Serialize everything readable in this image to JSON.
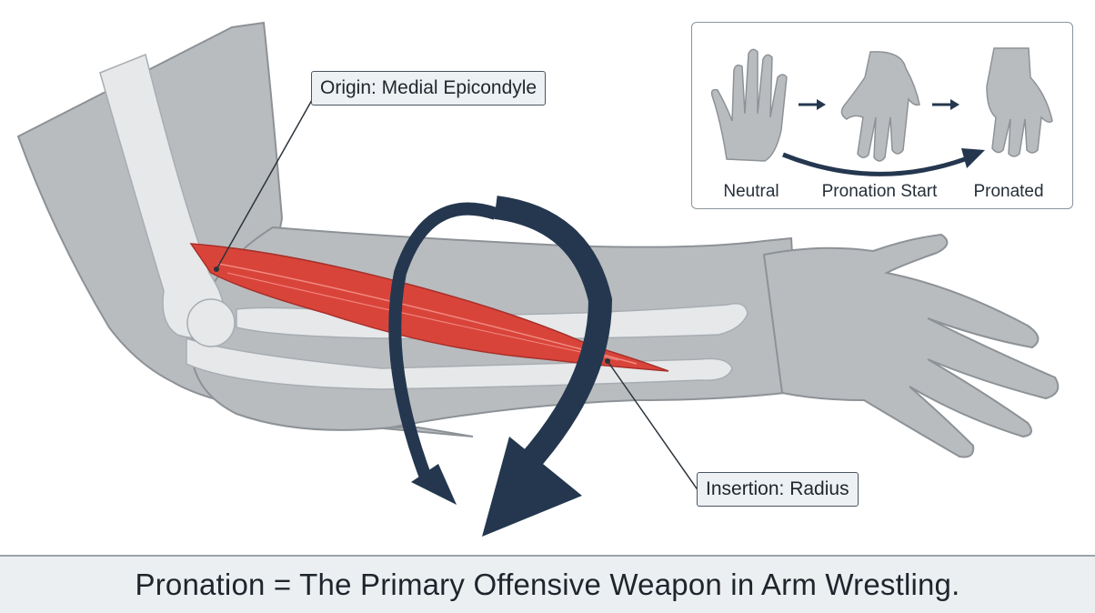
{
  "labels": {
    "origin": "Origin: Medial Epicondyle",
    "insertion": "Insertion: Radius"
  },
  "inset": {
    "steps": [
      "Neutral",
      "Pronation Start",
      "Pronated"
    ]
  },
  "caption": "Pronation = The Primary Offensive Weapon in Arm Wrestling.",
  "colors": {
    "skin": "#b9bcbf",
    "skin_outline": "#8d9297",
    "bone": "#e6e8ea",
    "muscle": "#d9443a",
    "arrow": "#24374f",
    "footer_bg": "#eceff2"
  }
}
